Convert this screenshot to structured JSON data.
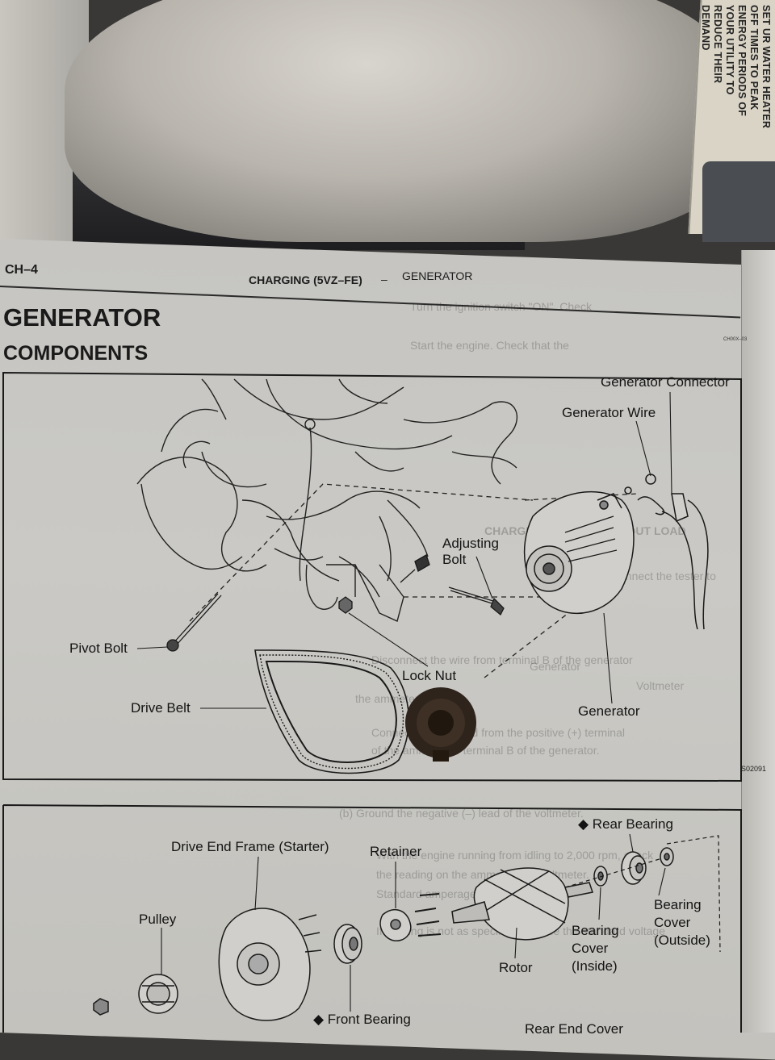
{
  "side_card": {
    "lines": [
      "SET UR WATER HEATER",
      "OFF TIMES TO PEAK",
      "ENERGY PERIODS OF",
      "YOUR UTILITY TO",
      "REDUCE THEIR",
      "DEMAND"
    ]
  },
  "page": {
    "page_number": "CH–4",
    "header_section": "CHARGING (5VZ–FE)",
    "header_dash": "–",
    "header_topic": "GENERATOR",
    "title": "GENERATOR",
    "subtitle": "COMPONENTS",
    "figure_code_top": "CH00X–03",
    "figure_ref": "S02091"
  },
  "figure_top": {
    "labels": {
      "generator_connector": "Generator Connector",
      "generator_wire": "Generator Wire",
      "adjusting_bolt_1": "Adjusting",
      "adjusting_bolt_2": "Bolt",
      "pivot_bolt": "Pivot Bolt",
      "lock_nut": "Lock Nut",
      "drive_belt": "Drive Belt",
      "generator": "Generator"
    }
  },
  "figure_bottom": {
    "labels": {
      "retainer": "Retainer",
      "rear_bearing": "◆ Rear Bearing",
      "drive_end_frame": "Drive End Frame (Starter)",
      "pulley": "Pulley",
      "bearing_cover_inside_1": "Bearing",
      "bearing_cover_inside_2": "Cover",
      "bearing_cover_inside_3": "(Inside)",
      "bearing_cover_outside_1": "Bearing",
      "bearing_cover_outside_2": "Cover",
      "bearing_cover_outside_3": "(Outside)",
      "rotor": "Rotor",
      "front_bearing": "◆ Front Bearing",
      "rear_end_cover": "Rear End Cover"
    }
  },
  "ghost_text": {
    "line1": "Turn the ignition switch \"ON\". Check",
    "line2": "Start the engine. Check that the",
    "line3": "CHARGING CIRCUIT WITHOUT LOAD",
    "line4": "connect the tester to",
    "line5": "Disconnect the wire from terminal B of the generator",
    "line6": "the ammeter.",
    "line7": "Connect the test lead from the positive (+) terminal",
    "line8": "of the ammeter to terminal B of the generator.",
    "line9": "(b) Ground the negative (–) lead of the voltmeter.",
    "line10": "With the engine running from idling to 2,000 rpm, check",
    "line11": "the reading on the ammeter and voltmeter.",
    "line12": "Standard amperage: 10 A or less",
    "line13": "If reading is not as specified, replace the standard voltage",
    "voltmeter": "Voltmeter",
    "generator": "Generator"
  }
}
